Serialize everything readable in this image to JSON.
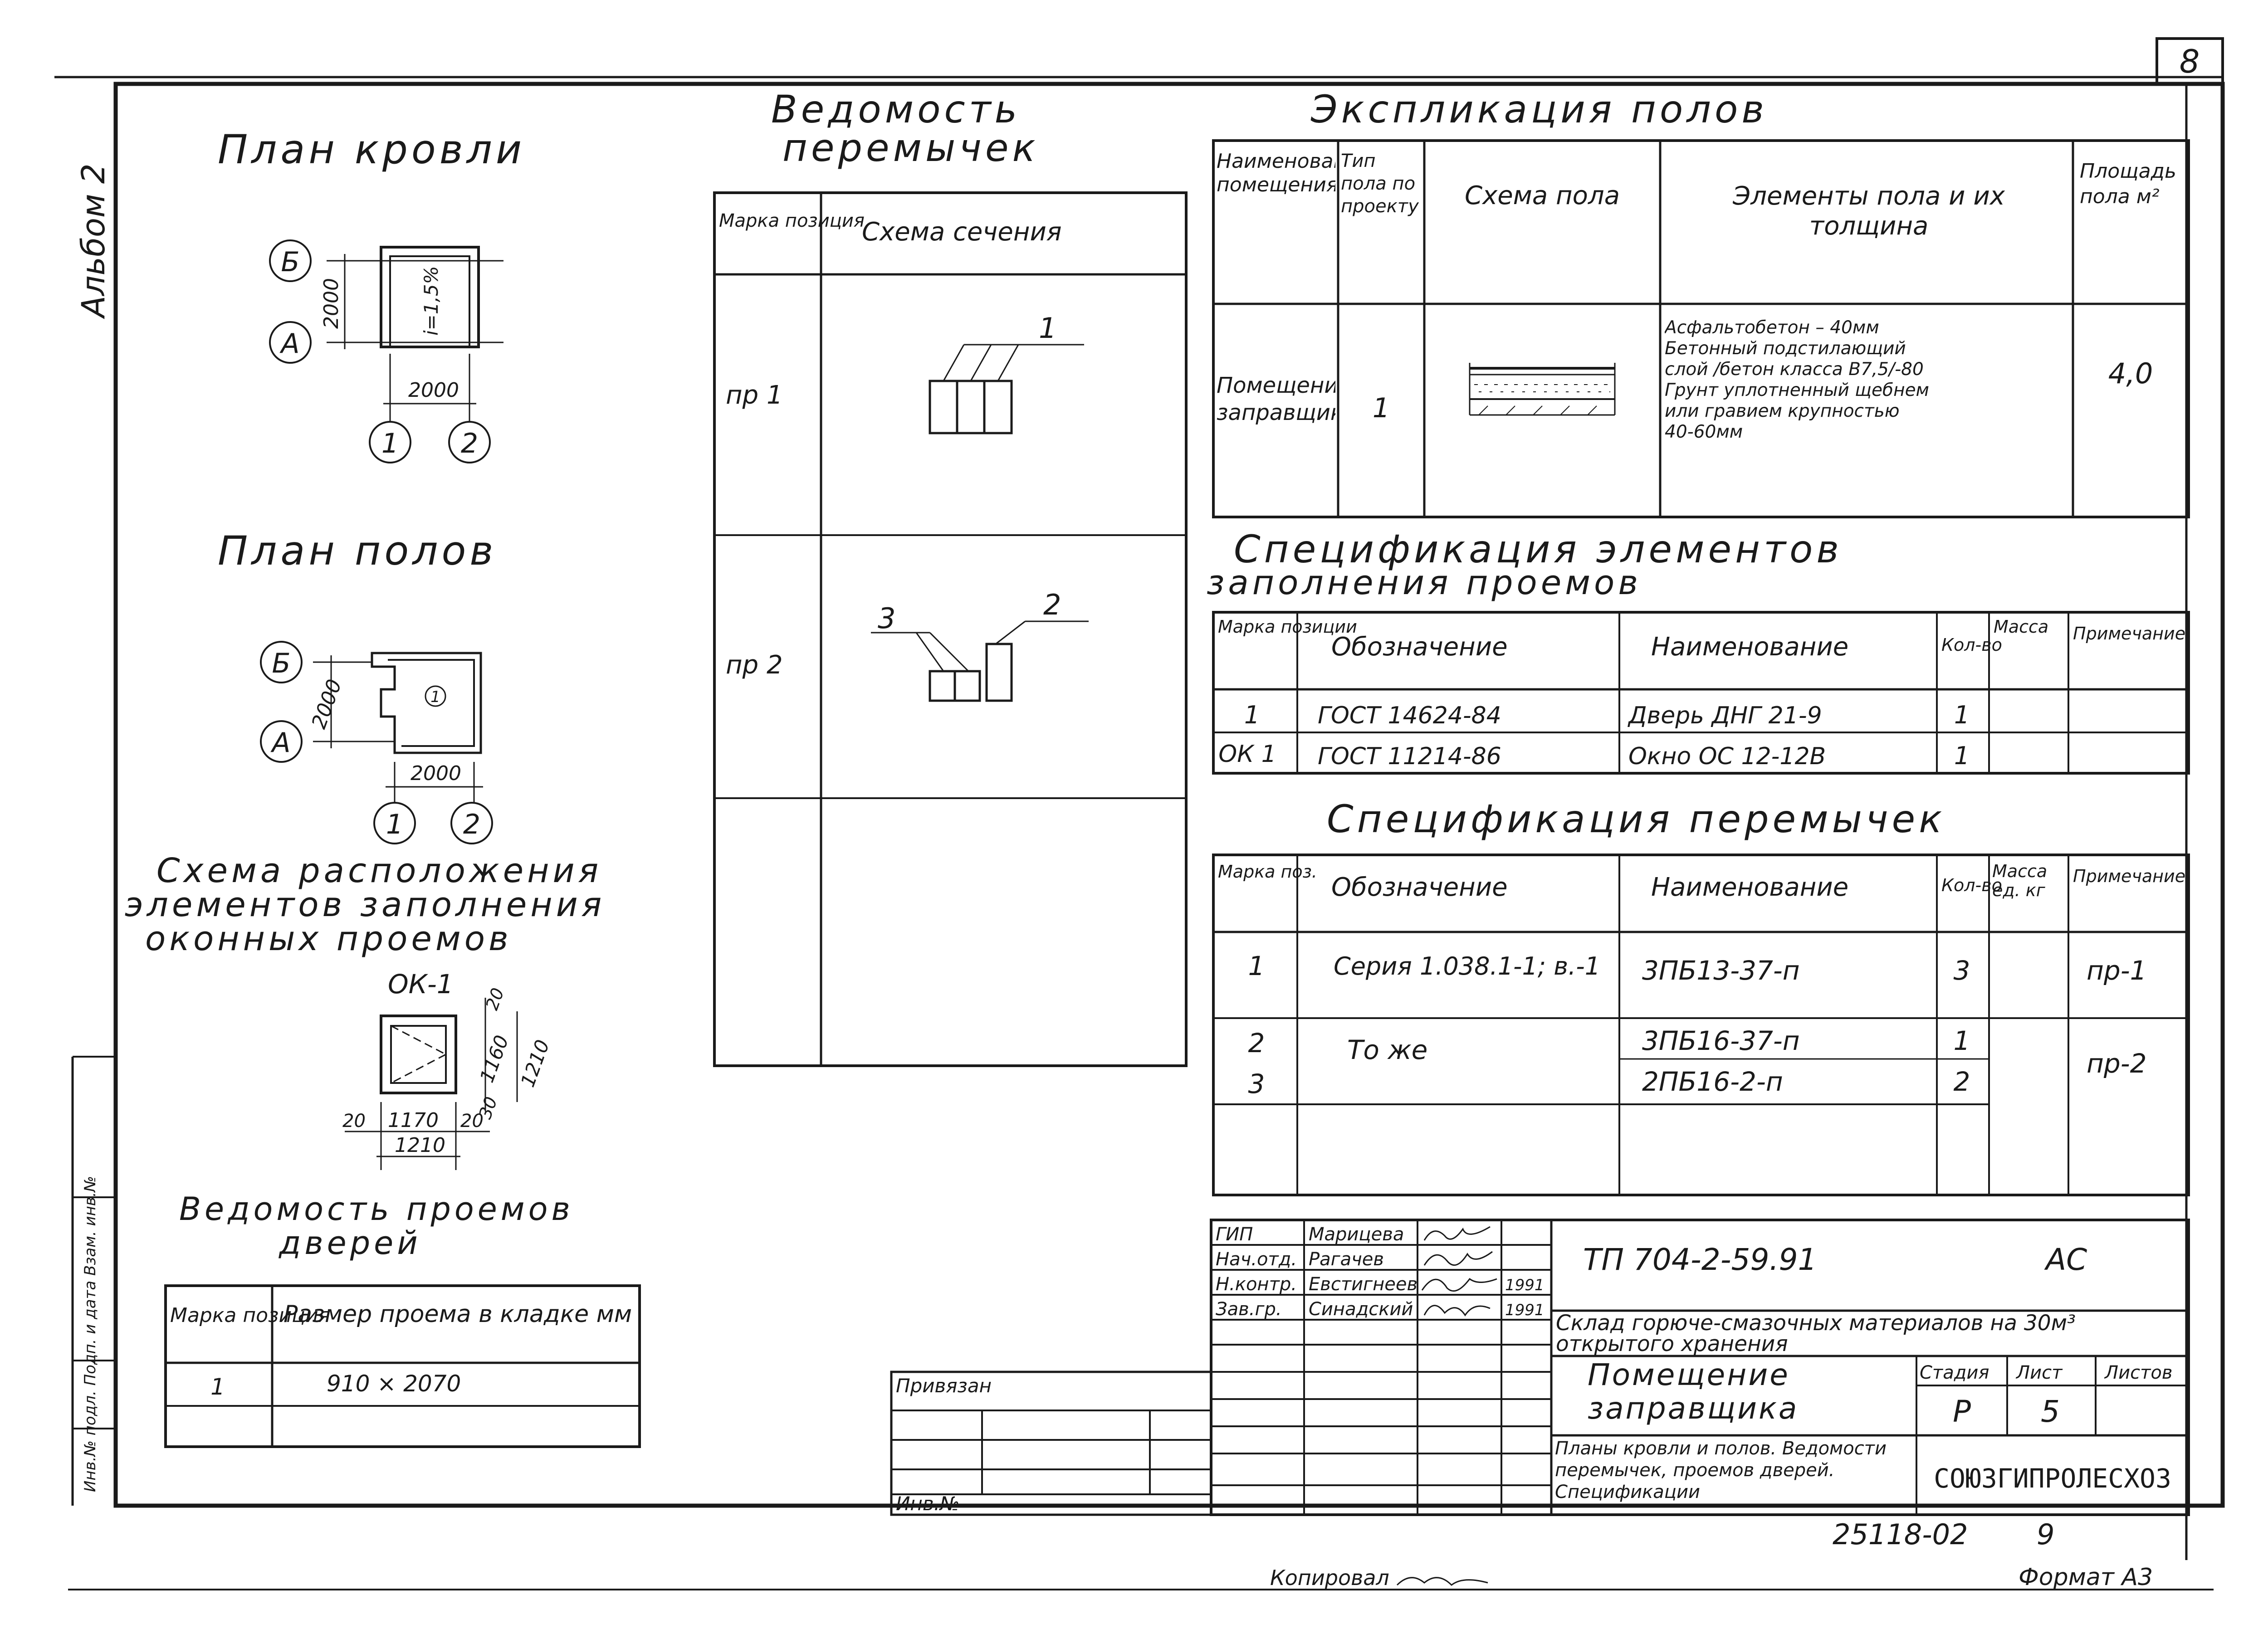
{
  "sheet": {
    "sheet_number": "8",
    "album": "Альбом 2",
    "copied": "Копировал",
    "format": "Формат А3",
    "inventory_number": "25118-02",
    "page": "9",
    "side_stamp": "Инв.№ подл.  Подп. и дата  Взам. инв.№"
  },
  "roof_plan": {
    "title": "План кровли",
    "axis_b": "Б",
    "axis_a": "А",
    "axis_1": "1",
    "axis_2": "2",
    "dim_vertical": "2000",
    "dim_horizontal": "2000",
    "slope": "i=1,5%"
  },
  "floor_plan": {
    "title": "План полов",
    "axis_b": "Б",
    "axis_a": "А",
    "axis_1": "1",
    "axis_2": "2",
    "dim_vertical": "2000",
    "dim_horizontal": "2000",
    "floor_type_mark": "1"
  },
  "window_scheme": {
    "title_line1": "Схема расположения",
    "title_line2": "элементов заполнения",
    "title_line3": "оконных проемов",
    "window_mark": "ОК-1",
    "dim_20_top": "20",
    "dim_1160": "1160",
    "dim_1210_v": "1210",
    "dim_30": "30",
    "dim_20_left": "20",
    "dim_1170": "1170",
    "dim_20_right": "20",
    "dim_1210_h": "1210"
  },
  "door_openings": {
    "title_line1": "Ведомость проемов",
    "title_line2": "дверей",
    "headers": [
      "Марка позиция",
      "Размер проема в кладке   мм"
    ],
    "rows": [
      [
        "1",
        "910 × 2070"
      ]
    ]
  },
  "lintel_statement": {
    "title_line1": "Ведомость",
    "title_line2": "перемычек",
    "header_mark": "Марка позиция",
    "header_scheme": "Схема сечения",
    "rows": [
      {
        "mark": "пр 1",
        "callouts": [
          "1"
        ]
      },
      {
        "mark": "пр 2",
        "callouts": [
          "3",
          "2"
        ]
      }
    ]
  },
  "floor_explication": {
    "title": "Экспликация полов",
    "headers": [
      "Наименование помещения",
      "Тип пола по проекту",
      "Схема пола",
      "Элементы пола и их толщина",
      "Площадь пола м²"
    ],
    "row": {
      "room": "Помещение заправщика",
      "type": "1",
      "elements": [
        "Асфальтобетон  – 40мм",
        "Бетонный подстилающий",
        "слой /бетон класса В7,5/-80",
        "Грунт уплотненный щебнем",
        "или гравием крупностью",
        "40-60мм"
      ],
      "area": "4,0"
    }
  },
  "opening_spec": {
    "title_line1": "Спецификация элементов",
    "title_line2": "заполнения проемов",
    "headers": [
      "Марка позиции",
      "Обозначение",
      "Наименование",
      "Кол-во",
      "Масса",
      "Примечание"
    ],
    "rows": [
      [
        "1",
        "ГОСТ 14624-84",
        "Дверь ДНГ 21-9",
        "1",
        "",
        ""
      ],
      [
        "ОК 1",
        "ГОСТ 11214-86",
        "Окно ОС 12-12В",
        "1",
        "",
        ""
      ]
    ]
  },
  "lintel_spec": {
    "title": "Спецификация перемычек",
    "headers": [
      "Марка поз.",
      "Обозначение",
      "Наименование",
      "Кол-во",
      "Масса ед. кг",
      "Примечание"
    ],
    "rows": [
      [
        "1",
        "Серия 1.038.1-1; в.-1",
        "3ПБ13-37-п",
        "3",
        "",
        "пр-1"
      ],
      [
        "2",
        "То же",
        "3ПБ16-37-п",
        "1",
        "",
        "пр-2"
      ],
      [
        "3",
        "",
        "2ПБ16-2-п",
        "2",
        "",
        ""
      ]
    ]
  },
  "title_block": {
    "staff": [
      {
        "role": "ГИП",
        "name": "Марицева",
        "date": ""
      },
      {
        "role": "Нач.отд.",
        "name": "Рагачев",
        "date": ""
      },
      {
        "role": "Н.контр.",
        "name": "Евстигнеев",
        "date": "1991"
      },
      {
        "role": "Зав.гр.",
        "name": "Синадский",
        "date": "1991"
      }
    ],
    "doc_code": "ТП 704-2-59.91",
    "section": "АС",
    "project": "Склад горюче-смазочных материалов на 30м³ открытого хранения",
    "object": "Помещение заправщика",
    "stage_label": "Стадия",
    "sheet_label": "Лист",
    "sheets_label": "Листов",
    "stage": "Р",
    "sheet": "5",
    "sheets": "",
    "drawing_title": "Планы кровли и полов. Ведомости перемычек, проемов дверей. Спецификации",
    "organization": "СОЮЗГИПРОЛЕСХОЗ",
    "attached": "Привязан",
    "inv_no": "Инв.№"
  }
}
